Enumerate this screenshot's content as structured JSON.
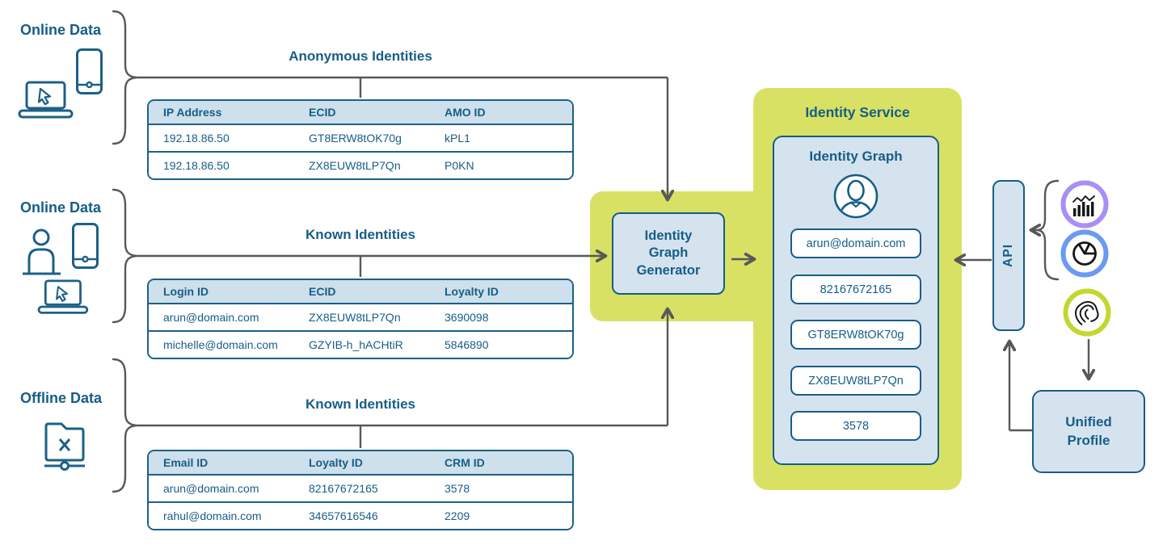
{
  "sources": [
    {
      "label": "Online Data",
      "icons": [
        "laptop-icon",
        "phone-icon"
      ]
    },
    {
      "label": "Online Data",
      "icons": [
        "person-icon",
        "phone-icon",
        "laptop-icon"
      ]
    },
    {
      "label": "Offline Data",
      "icons": [
        "offline-folder-icon"
      ]
    }
  ],
  "tables": [
    {
      "title": "Anonymous Identities",
      "headers": [
        "IP Address",
        "ECID",
        "AMO ID"
      ],
      "rows": [
        [
          "192.18.86.50",
          "GT8ERW8tOK70g",
          "kPL1"
        ],
        [
          "192.18.86.50",
          "ZX8EUW8tLP7Qn",
          "P0KN"
        ]
      ]
    },
    {
      "title": "Known Identities",
      "headers": [
        "Login ID",
        "ECID",
        "Loyalty ID"
      ],
      "rows": [
        [
          "arun@domain.com",
          "ZX8EUW8tLP7Qn",
          "3690098"
        ],
        [
          "michelle@domain.com",
          "GZYIB-h_hACHtiR",
          "5846890"
        ]
      ]
    },
    {
      "title": "Known Identities",
      "headers": [
        "Email ID",
        "Loyalty ID",
        "CRM ID"
      ],
      "rows": [
        [
          "arun@domain.com",
          "82167672165",
          "3578"
        ],
        [
          "rahul@domain.com",
          "34657616546",
          "2209"
        ]
      ]
    }
  ],
  "generator": {
    "label": "Identity Graph Generator"
  },
  "identity_service": {
    "title": "Identity Service",
    "graph": {
      "title": "Identity Graph",
      "person_icon": "person-in-circle-icon",
      "ids": [
        "arun@domain.com",
        "82167672165",
        "GT8ERW8tOK70g",
        "ZX8EUW8tLP7Qn",
        "3578"
      ]
    }
  },
  "api": {
    "label": "API"
  },
  "unified_profile": {
    "label": "Unified Profile"
  },
  "consumer_icons": [
    "bar-chart-icon",
    "pie-chart-icon",
    "journey-logo-icon"
  ],
  "colors": {
    "text_blue": "#175d87",
    "border_blue": "#1c6088",
    "box_fill": "#d5e3ee",
    "header_fill": "#cde0eb",
    "lime": "#d9e164",
    "connector_gray": "#58585a",
    "ring_purple": "#a98ef6",
    "ring_blue": "#6a9af2",
    "ring_lime": "#c3d730"
  }
}
